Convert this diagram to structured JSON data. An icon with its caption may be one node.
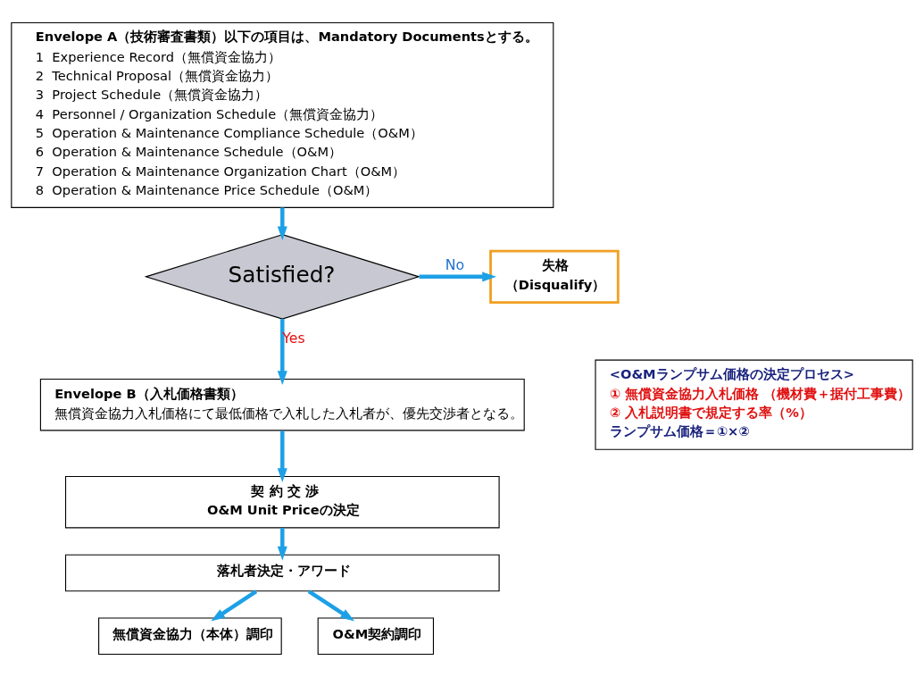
{
  "diagram": {
    "nodes": [
      {
        "text": [
          "Envelope A（技術審査書類）以下の項目は、Mandatory Documentsとする。",
          "1  Experience Record（無償資金協力）",
          "2  Technical Proposal（無償資金協力）",
          "3  Project Schedule（無償資金協力）",
          "4  Personnel / Organization Schedule（無償資金協力）",
          "5  Operation & Maintenance Compliance Schedule（O&M）",
          "6  Operation & Maintenance Schedule（O&M）",
          "7  Operation & Maintenance Organization Chart（O&M）",
          "8  Operation & Maintenance Price Schedule（O&M）"
        ]
      },
      {
        "text": [
          "Satisfied?"
        ]
      },
      {
        "text": [
          "失格",
          "（Disqualify）"
        ]
      },
      {
        "text": [
          "Envelope B（入札価格書類）",
          "無償資金協力入札価格にて最低価格で入札した入札者が、優先交渉者となる。"
        ]
      },
      {
        "text": [
          "契 約 交 渉",
          "O&M Unit Priceの決定"
        ]
      },
      {
        "text": [
          "落札者決定・アワード"
        ]
      },
      {
        "text": [
          "無償資金協力（本体）調印"
        ]
      },
      {
        "text": [
          "O&M契約調印"
        ]
      },
      {
        "text": [
          "<O&Mランプサム価格の決定プロセス>",
          "① 無償資金協力入札価格 （機材費＋据付工事費）",
          "② 入札説明書で規定する率（%）",
          "ランプサム価格＝①×②"
        ]
      }
    ],
    "edges": [
      {
        "from": 0,
        "to": 1,
        "arrow": "to"
      },
      {
        "from": 1,
        "to": 2,
        "arrow": "to",
        "label": "No"
      },
      {
        "from": 1,
        "to": 3,
        "arrow": "to",
        "label": "Yes"
      },
      {
        "from": 3,
        "to": 4,
        "arrow": "to"
      },
      {
        "from": 4,
        "to": 5,
        "arrow": "to"
      },
      {
        "from": 5,
        "to": 6,
        "arrow": "to"
      },
      {
        "from": 5,
        "to": 7,
        "arrow": "to"
      }
    ]
  }
}
